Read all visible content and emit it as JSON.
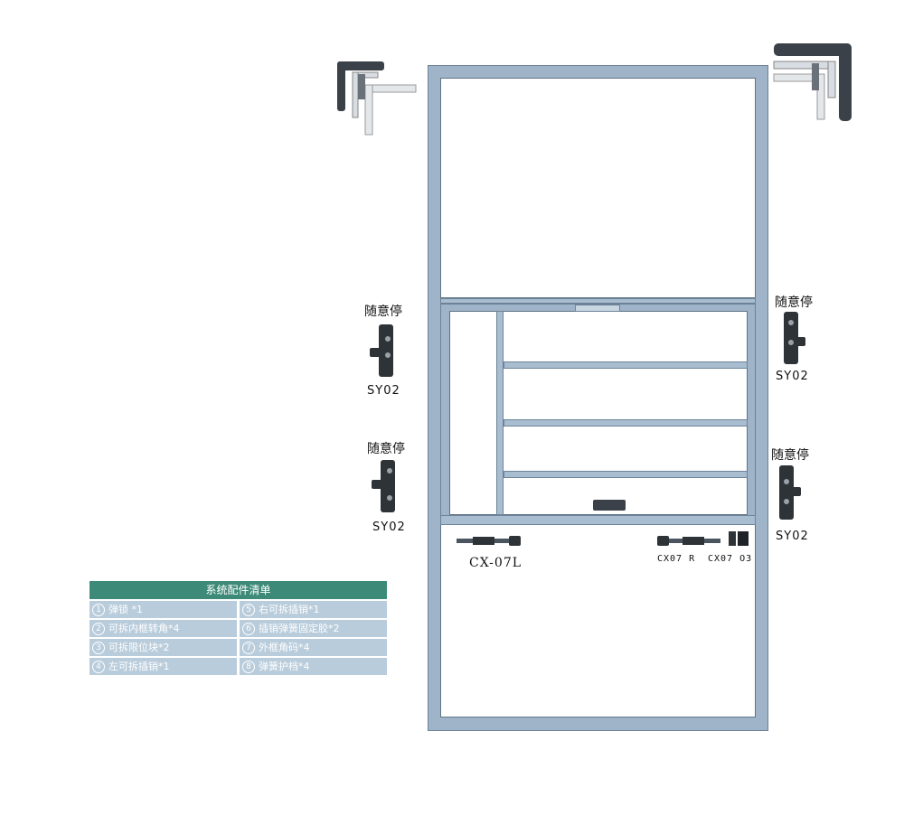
{
  "labels": {
    "stop_top_left": "随意停",
    "code_top_left": "SY02",
    "stop_bottom_left": "随意停",
    "code_bottom_left": "SY02",
    "stop_top_right": "随意停",
    "code_top_right": "SY02",
    "stop_bottom_right": "随意停",
    "code_bottom_right": "SY02",
    "cx07l": "CX-07L",
    "cx07r": "CX07 R",
    "cx0703": "CX07 O3"
  },
  "table": {
    "title": "系统配件清单",
    "items": [
      {
        "num": "1",
        "text": "弹锁 *1"
      },
      {
        "num": "5",
        "text": "右可拆插销*1"
      },
      {
        "num": "2",
        "text": "可拆内框转角*4"
      },
      {
        "num": "6",
        "text": "插销弹簧固定胶*2"
      },
      {
        "num": "3",
        "text": "可拆限位块*2"
      },
      {
        "num": "7",
        "text": "外框角码*4"
      },
      {
        "num": "4",
        "text": "左可拆插销*1"
      },
      {
        "num": "8",
        "text": "弹簧护档*4"
      }
    ]
  },
  "colors": {
    "frame": "#9fb4c8",
    "table_header": "#3e8a78",
    "table_cell": "#b9ccdb"
  }
}
